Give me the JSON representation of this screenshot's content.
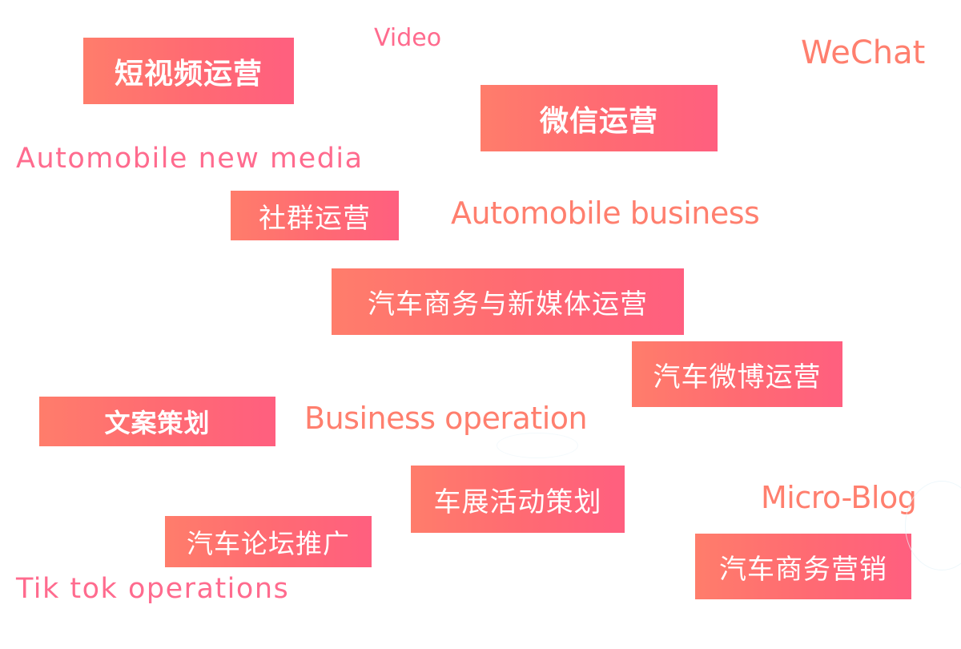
{
  "colors": {
    "tag_gradient_start": "#ff7d6b",
    "tag_gradient_end": "#ff5f7f",
    "tag_text": "#ffffff",
    "label_pink": "#ff6b8e",
    "label_coral": "#ff7f6e",
    "background": "#ffffff"
  },
  "tags": {
    "short_video": "短视频运营",
    "wechat_ops": "微信运营",
    "community_ops": "社群运营",
    "auto_biz_new_media": "汽车商务与新媒体运营",
    "auto_weibo_ops": "汽车微博运营",
    "copywriting": "文案策划",
    "auto_show_planning": "车展活动策划",
    "auto_forum_promo": "汽车论坛推广",
    "auto_biz_marketing": "汽车商务营销"
  },
  "labels": {
    "video": "Video",
    "wechat": "WeChat",
    "automobile_new_media": "Automobile new media",
    "automobile_business": "Automobile business",
    "business_operation": "Business operation",
    "micro_blog": "Micro-Blog",
    "tiktok_operations": "Tik tok operations"
  }
}
